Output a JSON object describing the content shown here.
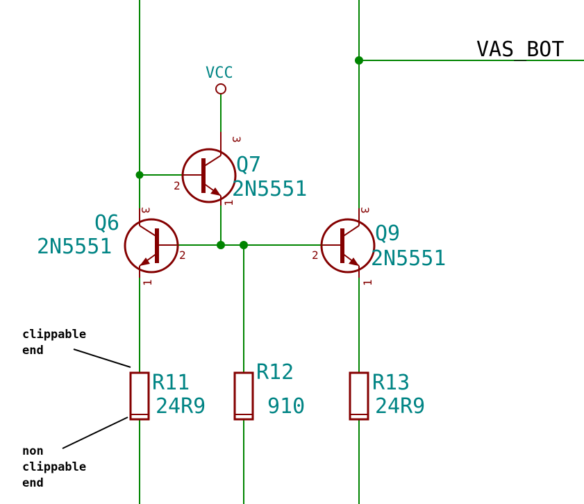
{
  "net_label": "VAS_BOT",
  "power": {
    "label": "VCC"
  },
  "transistors": {
    "q7": {
      "ref": "Q7",
      "value": "2N5551",
      "pins": {
        "c": "3",
        "b": "2",
        "e": "1"
      }
    },
    "q6": {
      "ref": "Q6",
      "value": "2N5551",
      "pins": {
        "c": "3",
        "b": "2",
        "e": "1"
      }
    },
    "q9": {
      "ref": "Q9",
      "value": "2N5551",
      "pins": {
        "c": "3",
        "b": "2",
        "e": "1"
      }
    }
  },
  "resistors": {
    "r11": {
      "ref": "R11",
      "value": "24R9"
    },
    "r12": {
      "ref": "R12",
      "value": "910"
    },
    "r13": {
      "ref": "R13",
      "value": "24R9"
    }
  },
  "annotations": {
    "clippable_line1": "clippable",
    "clippable_line2": "end",
    "nonclippable_line1": "non",
    "nonclippable_line2": "clippable",
    "nonclippable_line3": "end"
  },
  "colors": {
    "wire": "#008400",
    "component": "#840000",
    "label": "#008484",
    "junction": "#008400"
  }
}
